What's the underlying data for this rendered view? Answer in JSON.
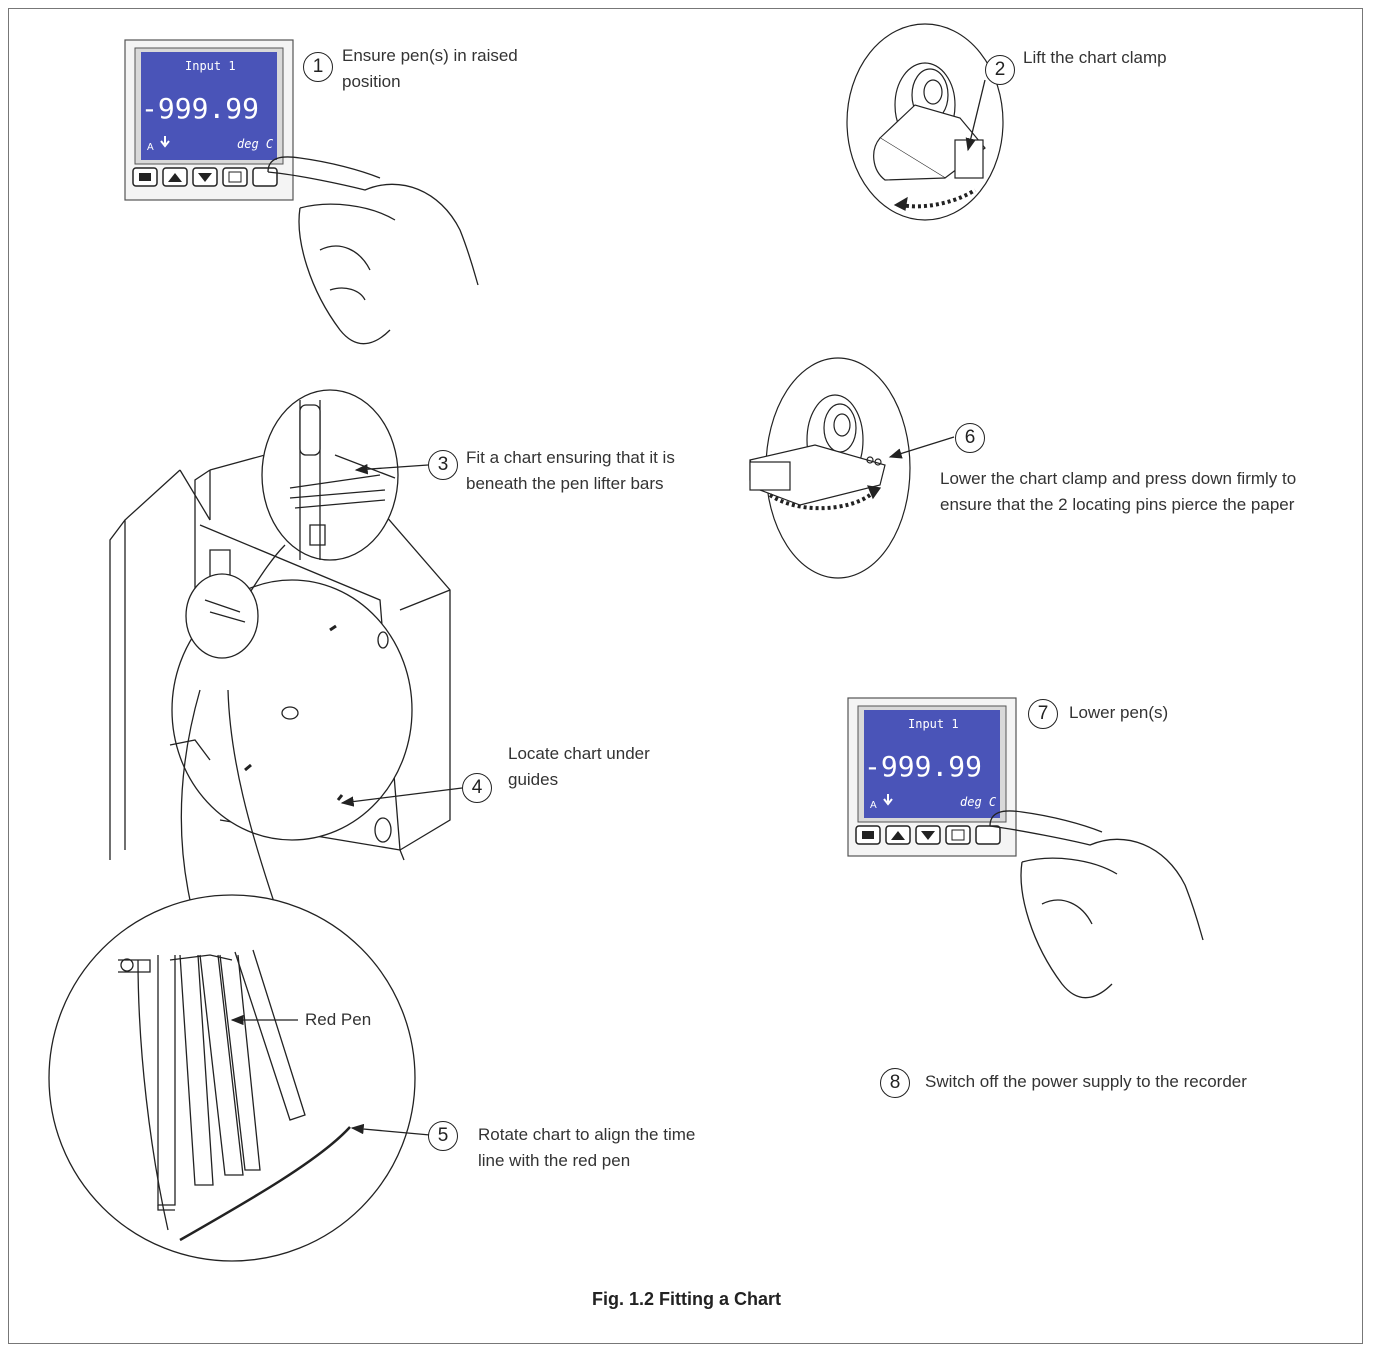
{
  "figure": {
    "caption": "Fig. 1.2 Fitting a Chart"
  },
  "steps": [
    {
      "number": "1",
      "text": "Ensure pen(s) in raised position"
    },
    {
      "number": "2",
      "text": "Lift the chart clamp"
    },
    {
      "number": "3",
      "text": "Fit a chart ensuring that it is beneath the pen lifter bars"
    },
    {
      "number": "4",
      "text": "Locate chart under guides"
    },
    {
      "number": "5",
      "text": "Rotate chart to align the time line with the red pen"
    },
    {
      "number": "6",
      "text": "Lower the chart clamp and press down firmly to ensure that the 2 locating pins pierce the paper"
    },
    {
      "number": "7",
      "text": "Lower pen(s)"
    },
    {
      "number": "8",
      "text": "Switch off the power supply to the recorder"
    }
  ],
  "labels": {
    "red_pen": "Red Pen"
  },
  "display": {
    "title": "Input 1",
    "value": "-999.99",
    "unit": "deg C",
    "screen_color": "#4a54b8"
  }
}
